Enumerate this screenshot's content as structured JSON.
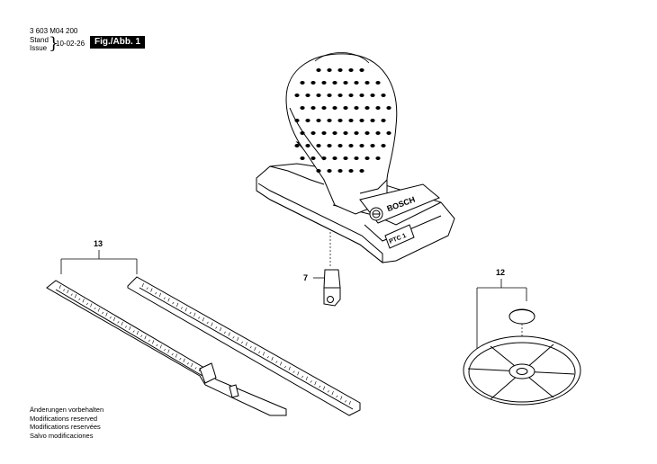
{
  "header": {
    "part_number": "3 603 M04 200",
    "stand_label": "Stand",
    "issue_label": "Issue",
    "date": "10-02-26",
    "figure_label": "Fig./Abb. 1"
  },
  "callouts": {
    "c13": "13",
    "c7": "7",
    "c12": "12"
  },
  "device": {
    "brand": "BOSCH",
    "model": "PTC 1"
  },
  "notes": [
    "Änderungen vorbehalten",
    "Modifications reserved",
    "Modifications reservées",
    "Salvo modificaciones"
  ]
}
